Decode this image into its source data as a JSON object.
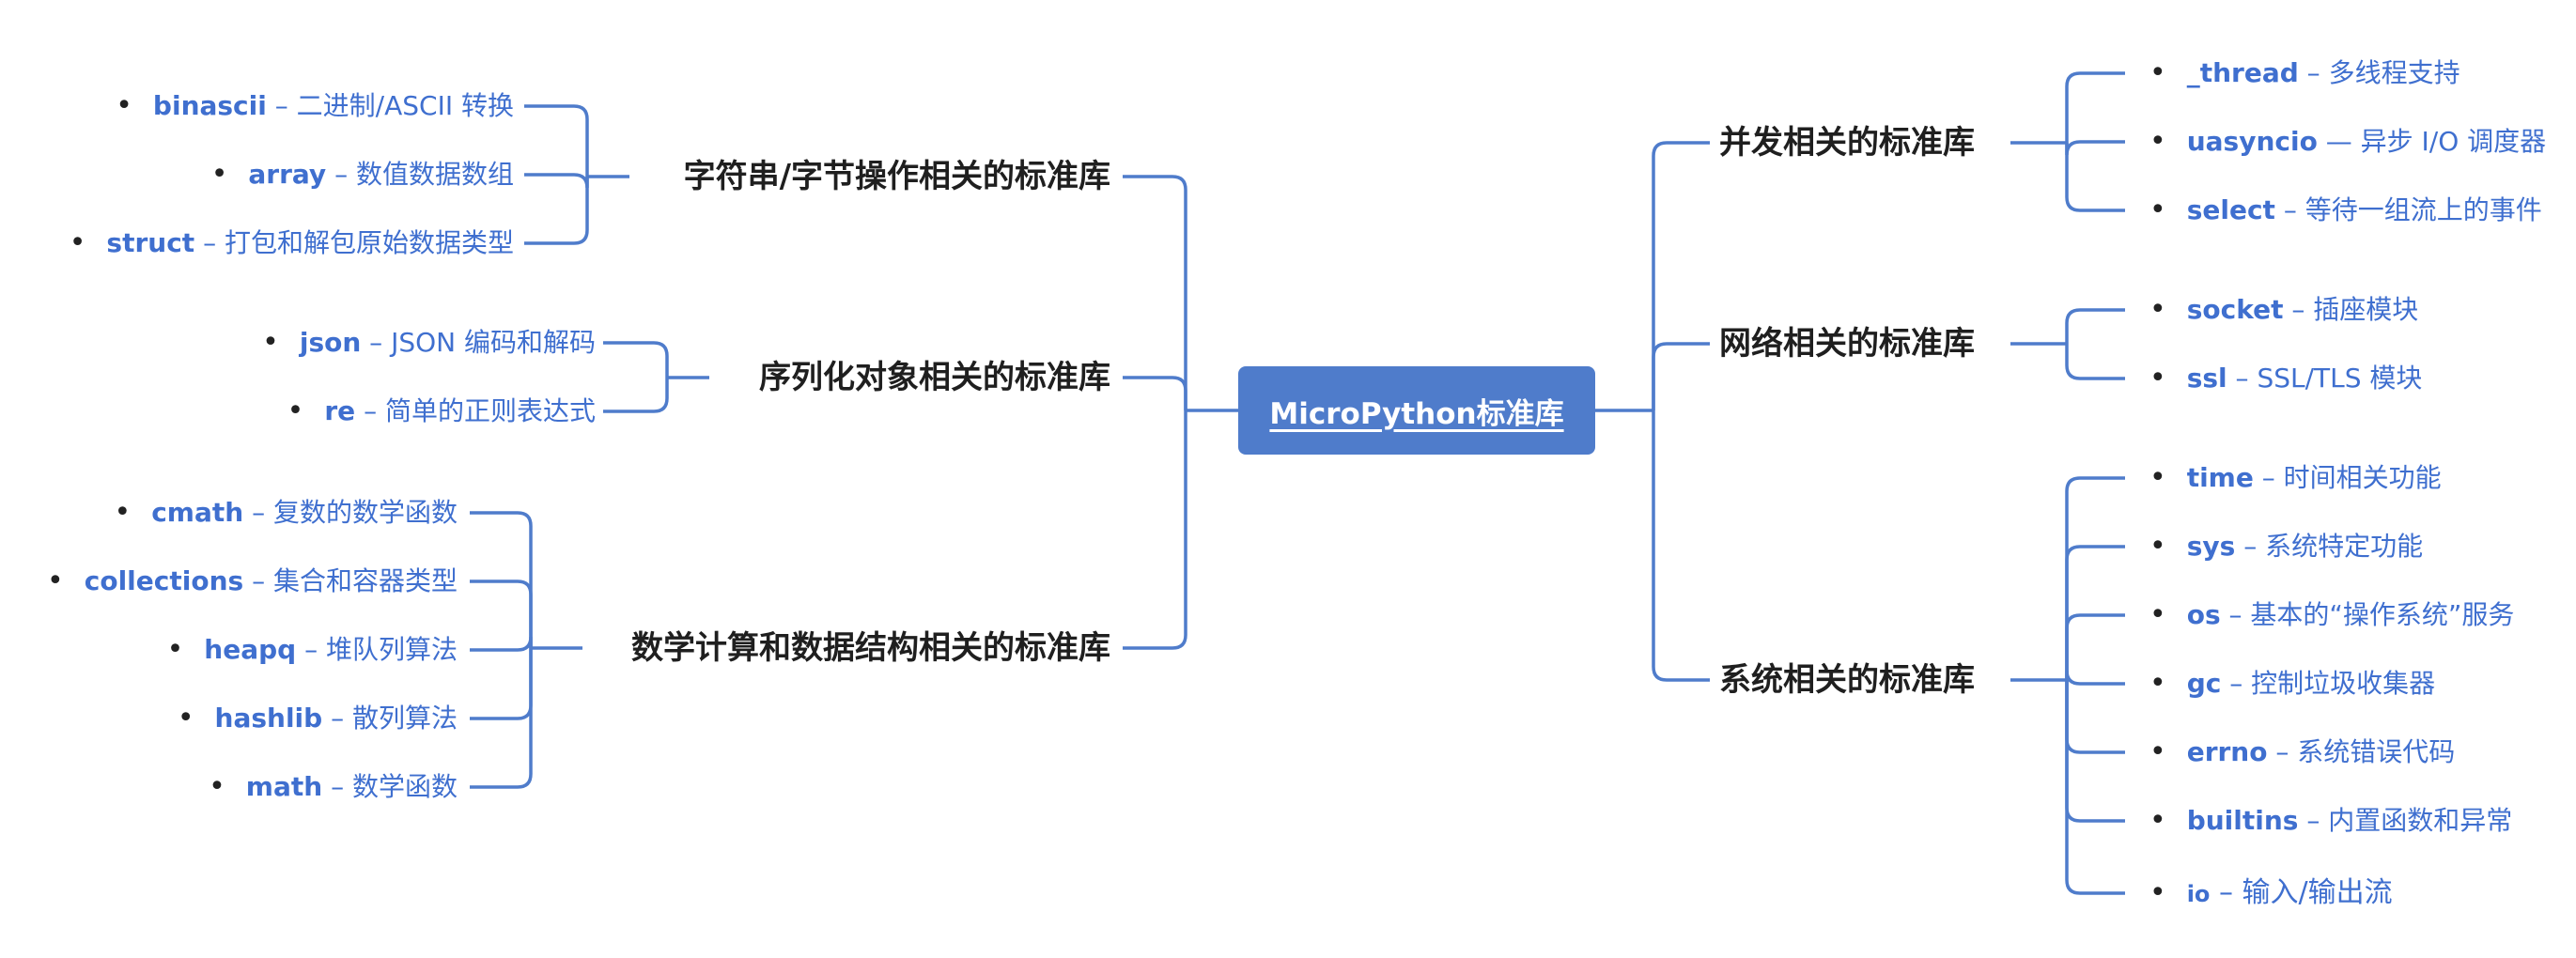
{
  "root": {
    "label": "MicroPython标准库"
  },
  "left_branches": [
    {
      "label": "字符串/字节操作相关的标准库",
      "items": [
        {
          "name": "binascii",
          "desc": " – 二进制/ASCII 转换"
        },
        {
          "name": "array",
          "desc": " – 数值数据数组"
        },
        {
          "name": "struct",
          "desc": " – 打包和解包原始数据类型"
        }
      ]
    },
    {
      "label": "序列化对象相关的标准库",
      "items": [
        {
          "name": "json",
          "desc": " – JSON 编码和解码"
        },
        {
          "name": "re",
          "desc": " – 简单的正则表达式"
        }
      ]
    },
    {
      "label": "数学计算和数据结构相关的标准库",
      "items": [
        {
          "name": "cmath",
          "desc": " – 复数的数学函数"
        },
        {
          "name": "collections",
          "desc": " – 集合和容器类型"
        },
        {
          "name": "heapq",
          "desc": " – 堆队列算法"
        },
        {
          "name": "hashlib",
          "desc": " – 散列算法"
        },
        {
          "name": "math",
          "desc": " – 数学函数"
        }
      ]
    }
  ],
  "right_branches": [
    {
      "label": "并发相关的标准库",
      "items": [
        {
          "name": "_thread",
          "desc": " – 多线程支持"
        },
        {
          "name": "uasyncio",
          "desc": " — 异步 I/O 调度器"
        },
        {
          "name": "select",
          "desc": " – 等待一组流上的事件"
        }
      ]
    },
    {
      "label": "网络相关的标准库",
      "items": [
        {
          "name": "socket",
          "desc": " – 插座模块"
        },
        {
          "name": "ssl",
          "desc": " – SSL/TLS 模块"
        }
      ]
    },
    {
      "label": "系统相关的标准库",
      "items": [
        {
          "name": "time",
          "desc": " – 时间相关功能"
        },
        {
          "name": "sys",
          "desc": " – 系统特定功能"
        },
        {
          "name": "os",
          "desc": " – 基本的“操作系统”服务"
        },
        {
          "name": "gc",
          "desc": " – 控制垃圾收集器"
        },
        {
          "name": "errno",
          "desc": " – 系统错误代码"
        },
        {
          "name": "builtins",
          "desc": " – 内置函数和异常"
        },
        {
          "name": "io",
          "desc": " – 输入/输出流"
        }
      ]
    }
  ],
  "colors": {
    "line": "#4f7ccb",
    "node_fill": "#4f7ccb",
    "leaf_text": "#3f6fcf",
    "branch_text": "#1f1f1f"
  }
}
